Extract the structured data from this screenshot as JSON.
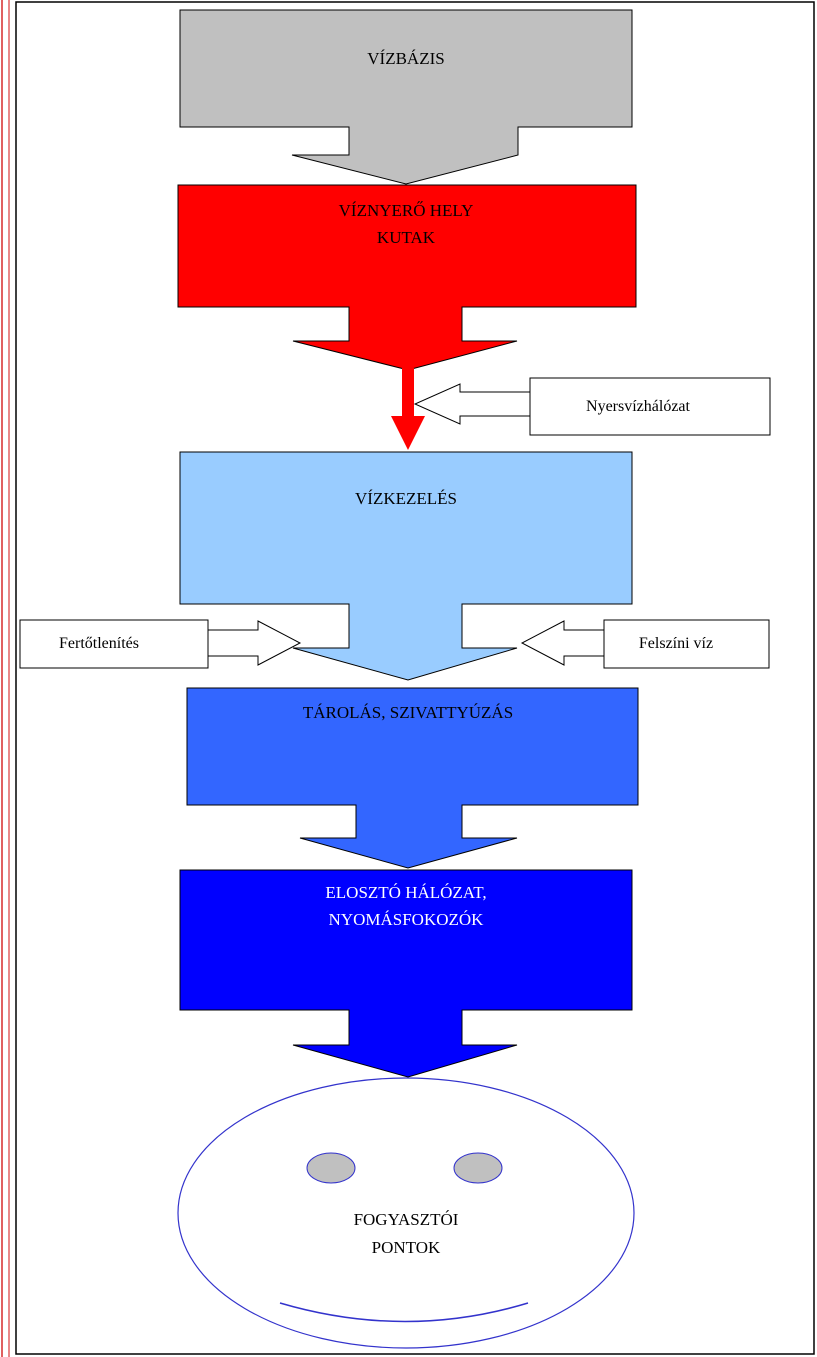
{
  "diagram": {
    "stages": {
      "vizbazis": {
        "label": "VÍZBÁZIS",
        "color": "#c0c0c0",
        "text_color": "#000000"
      },
      "viznyero": {
        "line1": "VÍZNYERŐ HELY",
        "line2": "KUTAK",
        "color": "#ff0000",
        "text_color": "#000000"
      },
      "vizkezeles": {
        "label": "VÍZKEZELÉS",
        "color": "#99ccff",
        "text_color": "#000000"
      },
      "tarolas": {
        "label": "TÁROLÁS, SZIVATTYÚZÁS",
        "color": "#3366ff",
        "text_color": "#000000"
      },
      "eloszto": {
        "line1": "ELOSZTÓ HÁLÓZAT,",
        "line2": "NYOMÁSFOKOZÓK",
        "color": "#0000ff",
        "text_color": "#ffffff"
      }
    },
    "inputs": {
      "nyersviz": "Nyersvízhálózat",
      "fertotlenites": "Fertőtlenítés",
      "felszini": "Felszíni víz"
    },
    "consumer": {
      "line1": "FOGYASZTÓI",
      "line2": "PONTOK",
      "outline_color": "#3333cc",
      "eye_color": "#c0c0c0"
    },
    "page_margin_color": "#e06060"
  }
}
